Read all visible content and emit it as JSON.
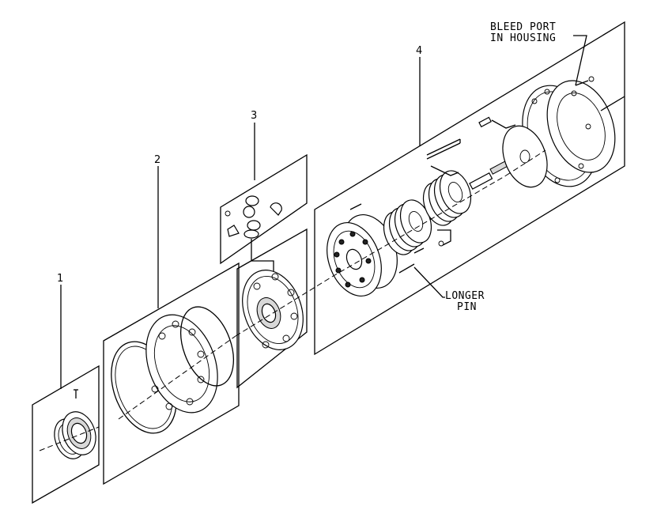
{
  "callouts": {
    "item1": "1",
    "item2": "2",
    "item3": "3",
    "item4": "4"
  },
  "notes": {
    "bleed_port_line1": "BLEED PORT",
    "bleed_port_line2": "IN HOUSING",
    "longer_pin_line1": "LONGER",
    "longer_pin_line2": "PIN"
  }
}
